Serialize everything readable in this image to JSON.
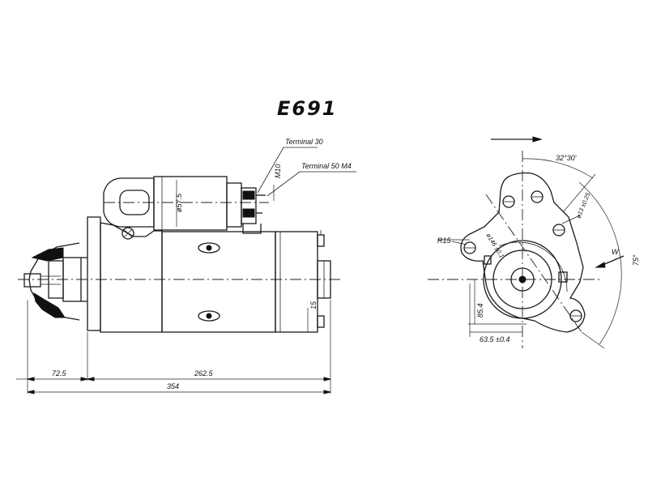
{
  "title": "E691",
  "labels": {
    "terminal_30": "Terminal 30",
    "terminal_50": "Terminal 50 M4",
    "m10": "M10",
    "dia_57_5": "ø57.5",
    "dim_15": "15",
    "dim_72_5": "72.5",
    "dim_262_5": "262.5",
    "dim_354": "354",
    "angle": "32°30'",
    "hole_dia": "ø13 ±0.25",
    "r15": "R15",
    "pcd": "ø146 ±0.1",
    "dim_85_4": "85.4",
    "dim_63_5": "63.5 ±0.4",
    "w": "W",
    "rotation": "75°"
  }
}
